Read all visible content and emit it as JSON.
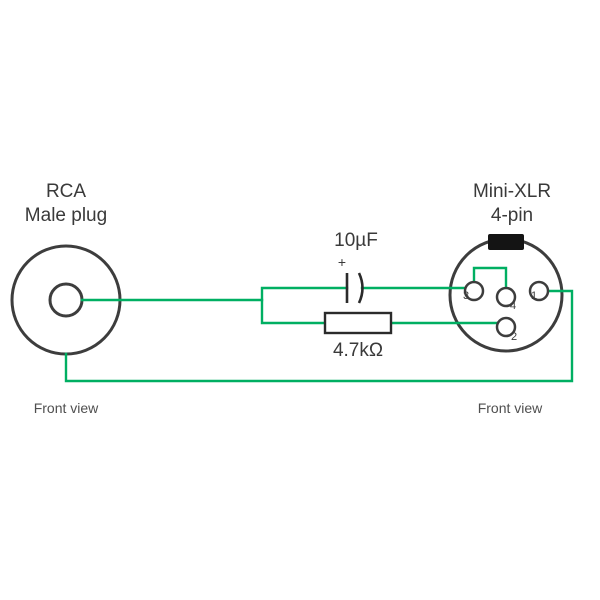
{
  "colors": {
    "wire": "#00af62",
    "outline": "#3d3d3d",
    "tab": "#141414",
    "text": "#3a3a3a",
    "caption": "#4f4f4f",
    "background": "#ffffff"
  },
  "rca": {
    "title_line1": "RCA",
    "title_line2": "Male plug",
    "caption": "Front view"
  },
  "xlr": {
    "title_line1": "Mini-XLR",
    "title_line2": "4-pin",
    "caption": "Front view",
    "pins": {
      "pin1": "1",
      "pin2": "2",
      "pin3": "3",
      "pin4": "4"
    }
  },
  "capacitor": {
    "value": "10µF",
    "polarity": "+"
  },
  "resistor": {
    "value": "4.7kΩ"
  }
}
